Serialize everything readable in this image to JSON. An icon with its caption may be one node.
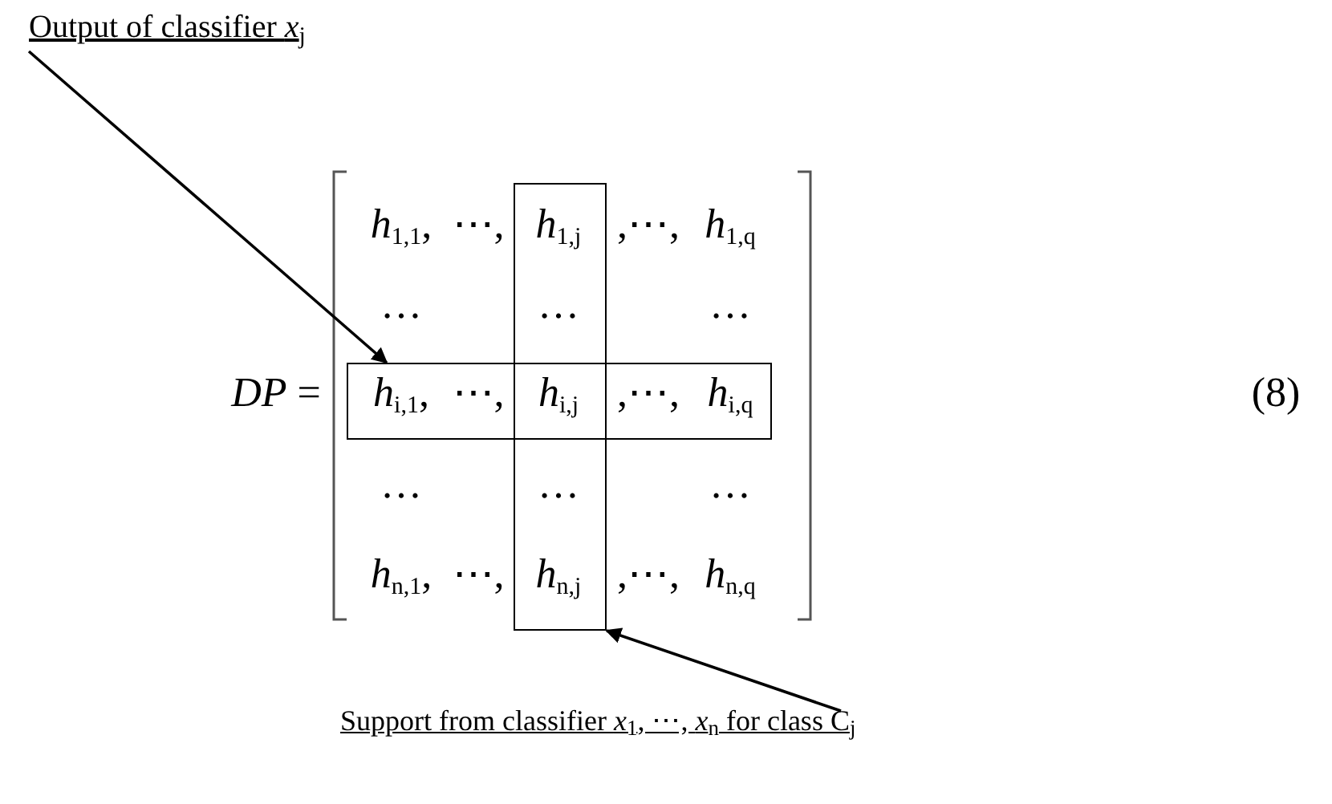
{
  "diagram": {
    "nodes": [
      {
        "text": [
          "Output of classifier *x*$_{j}$"
        ]
      },
      {
        "text": [],
        "shape": "box"
      },
      {
        "text": [],
        "shape": "box"
      },
      {
        "text": [
          "Support from classifier *x*$_{1}$, ⋯, *x*$_{n}$ for class C$_{j}$"
        ]
      }
    ],
    "edges": [
      {
        "from": 0,
        "to": 1,
        "arrow": "to"
      },
      {
        "from": 3,
        "to": 2,
        "arrow": "to"
      }
    ],
    "labels": [
      "*h*$_{1,1}$,",
      "⋯,",
      "*h*$_{1,j}$",
      ",⋯,",
      "*h*$_{1,q}$",
      "…",
      "…",
      "…",
      "*DP* =",
      "*h*$_{i,1}$,",
      "⋯,",
      "*h*$_{i,j}$",
      ",⋯,",
      "*h*$_{i,q}$",
      "(8)",
      "…",
      "…",
      "…",
      "*h*$_{n,1}$,",
      "⋯,",
      "*h*$_{n,j}$",
      ",⋯,",
      "*h*$_{n,q}$"
    ]
  }
}
